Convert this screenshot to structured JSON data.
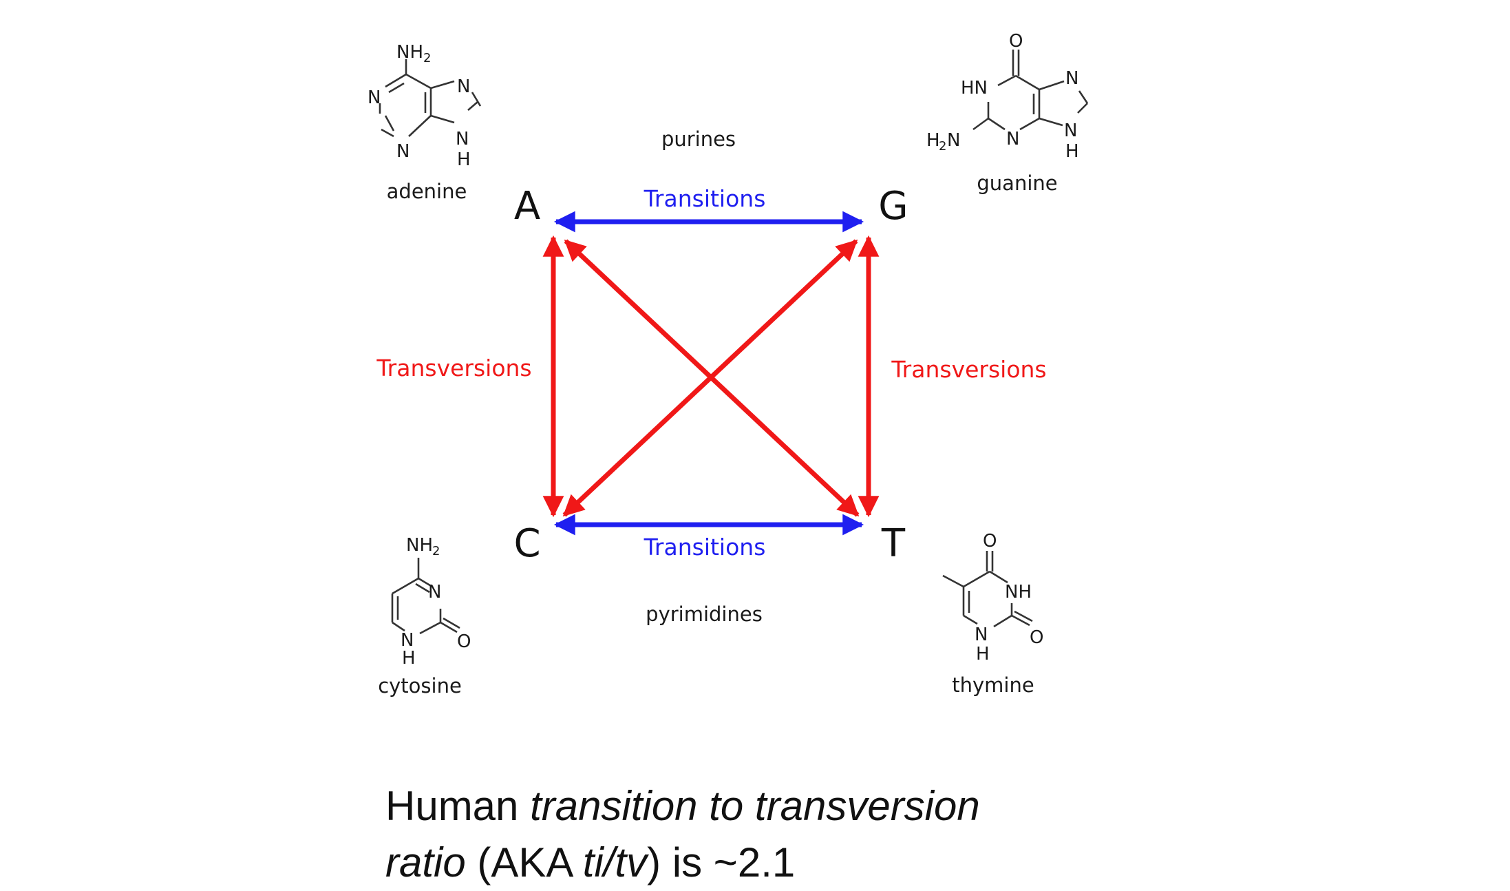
{
  "colors": {
    "transition": "#1f1ff0",
    "transversion": "#f01818",
    "text": "#1a1a1a",
    "bond": "#333333"
  },
  "bases": {
    "A": "A",
    "G": "G",
    "C": "C",
    "T": "T"
  },
  "groups": {
    "purines": "purines",
    "pyrimidines": "pyrimidines"
  },
  "edges": {
    "transitions_top": "Transitions",
    "transitions_bottom": "Transitions",
    "transversions_left": "Transversions",
    "transversions_right": "Transversions"
  },
  "molecules": {
    "adenine": {
      "name": "adenine",
      "labels": {
        "nh2": "NH",
        "nh2_sub": "2",
        "n1": "N",
        "n3": "N",
        "n7": "N",
        "n9": "N",
        "n9h": "H"
      }
    },
    "guanine": {
      "name": "guanine",
      "labels": {
        "o": "O",
        "hn": "HN",
        "h2n_h": "H",
        "h2n_sub": "2",
        "h2n_n": "N",
        "n3": "N",
        "n7": "N",
        "n9": "N",
        "n9h": "H"
      }
    },
    "cytosine": {
      "name": "cytosine",
      "labels": {
        "nh2": "NH",
        "nh2_sub": "2",
        "n3": "N",
        "n1": "N",
        "n1h": "H",
        "o": "O"
      }
    },
    "thymine": {
      "name": "thymine",
      "labels": {
        "o4": "O",
        "nh": "NH",
        "n1": "N",
        "n1h": "H",
        "o2": "O"
      }
    }
  },
  "caption": {
    "part1": "Human ",
    "part2": "transition to transversion",
    "part3": "ratio",
    "part4": " (AKA ",
    "part5": "ti/tv",
    "part6": ") is ~2.1"
  }
}
